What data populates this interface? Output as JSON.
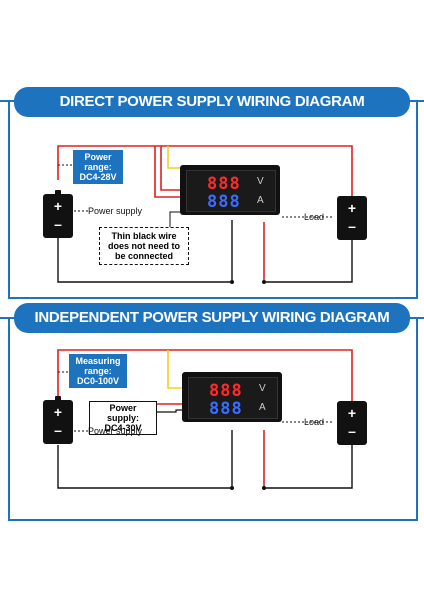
{
  "panel1": {
    "title": "DIRECT POWER SUPPLY WIRING DIAGRAM",
    "range_label": "Power range:",
    "range_value": "DC4-28V",
    "power_supply_label": "Power supply",
    "note": "Thin black wire does not need to be connected",
    "load_label": "Load",
    "battery_plus": "+",
    "battery_minus": "–",
    "meter_volt": "888",
    "meter_amp": "888",
    "unit_v": "V",
    "unit_a": "A"
  },
  "panel2": {
    "title": "INDEPENDENT POWER SUPPLY WIRING DIAGRAM",
    "range_label": "Measuring range:",
    "range_value": "DC0-100V",
    "power_supply_label": "Power supply",
    "ps_box_label": "Power supply:",
    "ps_box_value": "DC4-30V",
    "load_label": "Load",
    "battery_plus": "+",
    "battery_minus": "–",
    "meter_volt": "888",
    "meter_amp": "888",
    "unit_v": "V",
    "unit_a": "A"
  },
  "colors": {
    "accent": "#1e73be",
    "wire_red": "#e02020",
    "wire_yellow": "#f2d21b",
    "wire_black": "#111111"
  }
}
